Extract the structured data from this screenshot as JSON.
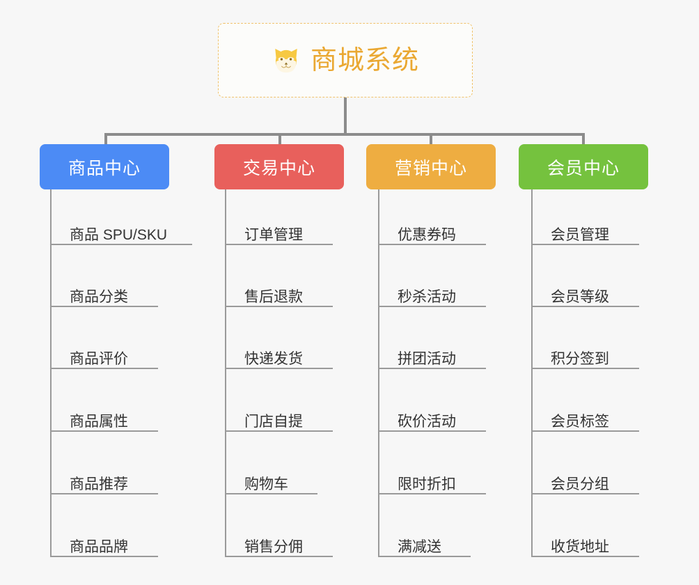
{
  "diagram": {
    "type": "org-chart",
    "background_color": "#f7f7f7",
    "connector_color": "#8c8c8c",
    "root": {
      "title": "商城系统",
      "icon": "shiba-dog-face-icon",
      "text_color": "#eaa832",
      "border_color": "#f0c26a",
      "background_color": "#fcfcfa"
    },
    "columns": [
      {
        "id": "product-center",
        "label": "商品中心",
        "color": "#4c8bf5",
        "items": [
          "商品 SPU/SKU",
          "商品分类",
          "商品评价",
          "商品属性",
          "商品推荐",
          "商品品牌"
        ]
      },
      {
        "id": "trade-center",
        "label": "交易中心",
        "color": "#e8605c",
        "items": [
          "订单管理",
          "售后退款",
          "快递发货",
          "门店自提",
          "购物车",
          "销售分佣"
        ]
      },
      {
        "id": "marketing-center",
        "label": "营销中心",
        "color": "#eead41",
        "items": [
          "优惠券码",
          "秒杀活动",
          "拼团活动",
          "砍价活动",
          "限时折扣",
          "满减送"
        ]
      },
      {
        "id": "member-center",
        "label": "会员中心",
        "color": "#75c23e",
        "items": [
          "会员管理",
          "会员等级",
          "积分签到",
          "会员标签",
          "会员分组",
          "收货地址"
        ]
      }
    ]
  }
}
